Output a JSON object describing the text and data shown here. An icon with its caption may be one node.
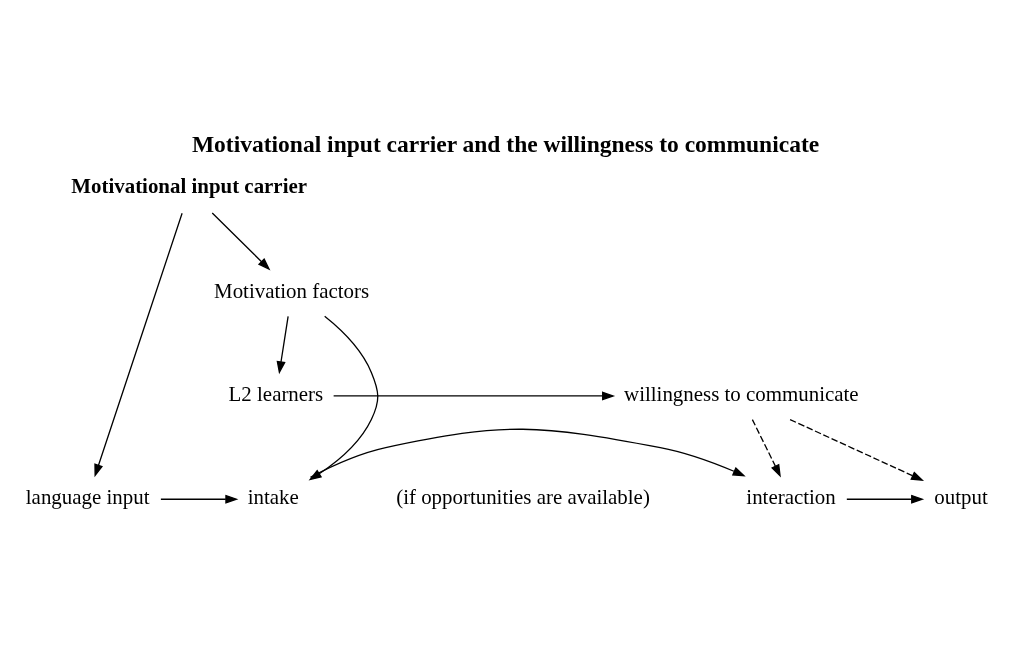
{
  "diagram": {
    "title": "Motivational input carrier and the willingness to communicate",
    "nodes": [
      {
        "text": [
          "L2 learners"
        ]
      },
      {
        "text": [
          "willingness to communicate"
        ]
      },
      {
        "text": [
          "Motivation factors"
        ]
      },
      {
        "text": [
          "Motivational input carrier"
        ]
      },
      {
        "text": [
          "language input"
        ]
      },
      {
        "text": [
          "intake"
        ]
      },
      {
        "text": [
          "interaction"
        ]
      },
      {
        "text": [
          "output"
        ]
      }
    ],
    "edges": [
      {
        "from": 0,
        "to": 1,
        "arrow": "to"
      },
      {
        "from": 2,
        "to": 0,
        "arrow": "to"
      },
      {
        "from": 3,
        "to": 2,
        "arrow": "to"
      },
      {
        "from": 3,
        "to": 4,
        "arrow": "to"
      },
      {
        "from": 2,
        "to": 5,
        "arrow": "to"
      },
      {
        "from": 4,
        "to": 5,
        "arrow": "to"
      },
      {
        "from": 5,
        "to": 6,
        "arrow": "to"
      },
      {
        "from": 6,
        "to": 7,
        "arrow": "to"
      },
      {
        "from": 1,
        "to": 6,
        "arrow": "to",
        "style": "dashed"
      },
      {
        "from": 1,
        "to": 7,
        "arrow": "to",
        "style": "dashed"
      }
    ],
    "labels": [
      "(if opportunities are available)"
    ]
  }
}
